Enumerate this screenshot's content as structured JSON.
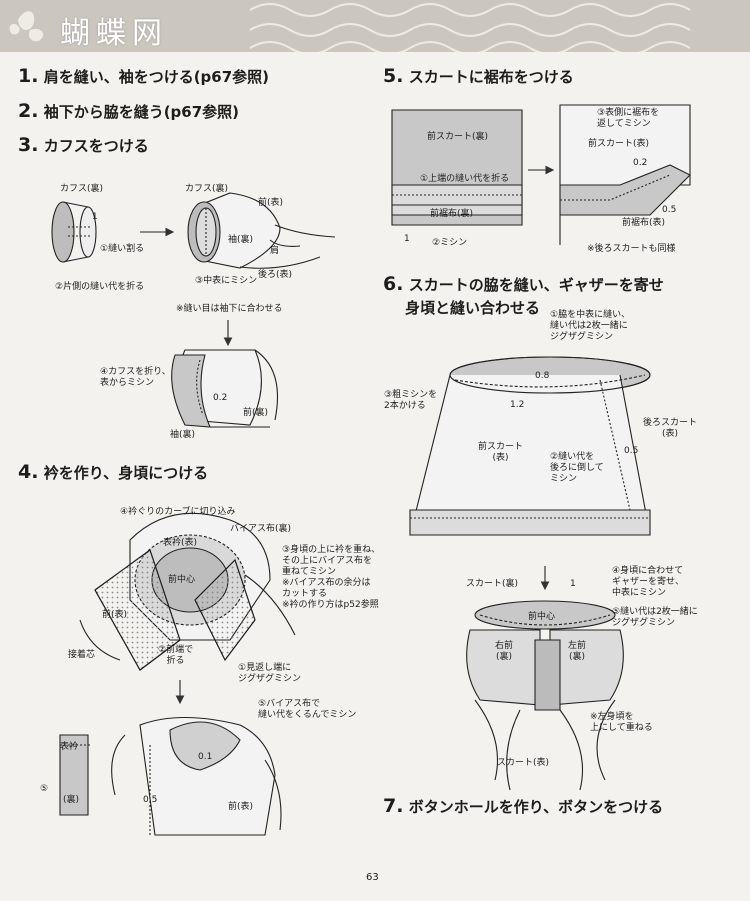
{
  "watermark": "蝴蝶网",
  "page_number": "63",
  "steps": [
    {
      "num": "1.",
      "text": "肩を縫い、袖をつける(p67参照)"
    },
    {
      "num": "2.",
      "text": "袖下から脇を縫う(p67参照)"
    },
    {
      "num": "3.",
      "text": "カフスをつける"
    },
    {
      "num": "4.",
      "text": "衿を作り、身頃につける"
    },
    {
      "num": "5.",
      "text": "スカートに裾布をつける"
    },
    {
      "num": "6.",
      "text": "スカートの脇を縫い、ギャザーを寄せ",
      "text2": "身頃と縫い合わせる"
    },
    {
      "num": "7.",
      "text": "ボタンホールを作り、ボタンをつける"
    }
  ],
  "cuffs": {
    "cuff_wrong": "カフス(裏)",
    "cuff_wrong2": "カフス(裏)",
    "n1": "1",
    "sew_open": "①縫い割る",
    "fold_one": "②片側の縫い代を折る",
    "front_right": "前(表)",
    "sleeve_wrong": "袖(裏)",
    "shoulder": "肩",
    "center_stitch": "③中表にミシン",
    "back_right": "後ろ(表)",
    "note": "※縫い目は袖下に合わせる",
    "fold_stitch": "④カフスを折り、\n表からミシン",
    "n02": "0.2",
    "front_wrong": "前(裏)",
    "sleeve_wrong2": "袖(裏)"
  },
  "collar": {
    "clip": "④衿ぐりのカーブに切り込み",
    "bias_wrong": "バイアス布(裏)",
    "collar_right": "表衿(表)",
    "overlap": "③身頃の上に衿を重ね、\nその上にバイアス布を\n重ねてミシン\n※バイアス布の余分は\nカットする\n※衿の作り方はp52参照",
    "center_front": "前中心",
    "front_right": "前(表)",
    "interfacing": "接着芯",
    "front_edge_fold": "②前端で\n折る",
    "facing": "①見返し端に\nジグザグミシン",
    "bias_stitch": "⑤バイアス布で\n縫い代をくるんでミシン",
    "top_collar": "表衿",
    "n5": "⑤",
    "wrong": "(裏)",
    "n01": "0.1",
    "n05": "0.5",
    "front_right2": "前(表)"
  },
  "hem": {
    "front_skirt_wrong": "前スカート(裏)",
    "fold_top": "①上端の縫い代を折る",
    "front_hem_wrong": "前裾布(裏)",
    "n1": "1",
    "machine": "②ミシン",
    "turn_right": "③表側に裾布を\n返してミシン",
    "front_skirt_right": "前スカート(表)",
    "n02": "0.2",
    "n05": "0.5",
    "front_hem_right": "前裾布(表)",
    "note": "※後ろスカートも同様"
  },
  "skirt": {
    "side_seam": "①脇を中表に縫い、\n縫い代は2枚一緒に\nジグザグミシン",
    "n08": "0.8",
    "n12": "1.2",
    "gather": "③粗ミシンを\n2本かける",
    "back_skirt": "後ろスカート\n(表)",
    "front_skirt": "前スカート\n(表)",
    "press": "②縫い代を\n後ろに倒して\nミシン",
    "n05": "0.5",
    "skirt_wrong": "スカート(裏)",
    "n1": "1",
    "match": "④身頃に合わせて\nギャザーを寄せ、\n中表にミシン",
    "center_front": "前中心",
    "zigzag": "⑤縫い代は2枚一緒に\nジグザグミシン",
    "right_front": "右前\n(裏)",
    "left_front": "左前\n(裏)",
    "overlap_note": "※左身頃を\n上にして重ねる",
    "skirt_right": "スカート(表)"
  }
}
